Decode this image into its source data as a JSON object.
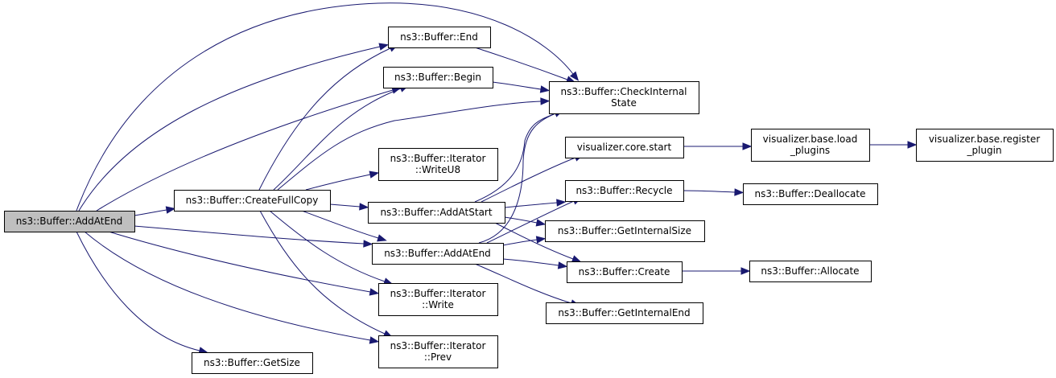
{
  "title": "ns3::Buffer::AddAtEnd call graph",
  "colors": {
    "edge": "#191970",
    "root_fill": "#bfbfbf",
    "node_fill": "#ffffff",
    "node_stroke": "#000000"
  },
  "nodes": [
    {
      "id": "root",
      "label_lines": [
        "ns3::Buffer::AddAtEnd"
      ],
      "root": true
    },
    {
      "id": "createfullcopy",
      "label_lines": [
        "ns3::Buffer::CreateFullCopy"
      ]
    },
    {
      "id": "getsize",
      "label_lines": [
        "ns3::Buffer::GetSize"
      ]
    },
    {
      "id": "end",
      "label_lines": [
        "ns3::Buffer::End"
      ]
    },
    {
      "id": "begin",
      "label_lines": [
        "ns3::Buffer::Begin"
      ]
    },
    {
      "id": "writeu8",
      "label_lines": [
        "ns3::Buffer::Iterator",
        "::WriteU8"
      ]
    },
    {
      "id": "addatstart",
      "label_lines": [
        "ns3::Buffer::AddAtStart"
      ]
    },
    {
      "id": "addatend2",
      "label_lines": [
        "ns3::Buffer::AddAtEnd"
      ]
    },
    {
      "id": "write",
      "label_lines": [
        "ns3::Buffer::Iterator",
        "::Write"
      ]
    },
    {
      "id": "prev",
      "label_lines": [
        "ns3::Buffer::Iterator",
        "::Prev"
      ]
    },
    {
      "id": "checkinternalstate",
      "label_lines": [
        "ns3::Buffer::CheckInternal",
        "State"
      ]
    },
    {
      "id": "vizcorestart",
      "label_lines": [
        "visualizer.core.start"
      ]
    },
    {
      "id": "recycle",
      "label_lines": [
        "ns3::Buffer::Recycle"
      ]
    },
    {
      "id": "getinternalsize",
      "label_lines": [
        "ns3::Buffer::GetInternalSize"
      ]
    },
    {
      "id": "create",
      "label_lines": [
        "ns3::Buffer::Create"
      ]
    },
    {
      "id": "getinternalend",
      "label_lines": [
        "ns3::Buffer::GetInternalEnd"
      ]
    },
    {
      "id": "loadplugins",
      "label_lines": [
        "visualizer.base.load",
        "_plugins"
      ]
    },
    {
      "id": "registerplugin",
      "label_lines": [
        "visualizer.base.register",
        "_plugin"
      ]
    },
    {
      "id": "deallocate",
      "label_lines": [
        "ns3::Buffer::Deallocate"
      ]
    },
    {
      "id": "allocate",
      "label_lines": [
        "ns3::Buffer::Allocate"
      ]
    }
  ],
  "edges": [
    {
      "from": "root",
      "to": "createfullcopy"
    },
    {
      "from": "root",
      "to": "checkinternalstate"
    },
    {
      "from": "root",
      "to": "end"
    },
    {
      "from": "root",
      "to": "begin"
    },
    {
      "from": "root",
      "to": "addatend2"
    },
    {
      "from": "root",
      "to": "write"
    },
    {
      "from": "root",
      "to": "prev"
    },
    {
      "from": "root",
      "to": "getsize"
    },
    {
      "from": "createfullcopy",
      "to": "end"
    },
    {
      "from": "createfullcopy",
      "to": "begin"
    },
    {
      "from": "createfullcopy",
      "to": "checkinternalstate"
    },
    {
      "from": "createfullcopy",
      "to": "writeu8"
    },
    {
      "from": "createfullcopy",
      "to": "addatstart"
    },
    {
      "from": "createfullcopy",
      "to": "addatend2"
    },
    {
      "from": "createfullcopy",
      "to": "write"
    },
    {
      "from": "createfullcopy",
      "to": "prev"
    },
    {
      "from": "end",
      "to": "checkinternalstate"
    },
    {
      "from": "begin",
      "to": "checkinternalstate"
    },
    {
      "from": "addatstart",
      "to": "checkinternalstate"
    },
    {
      "from": "addatstart",
      "to": "vizcorestart"
    },
    {
      "from": "addatstart",
      "to": "recycle"
    },
    {
      "from": "addatstart",
      "to": "getinternalsize"
    },
    {
      "from": "addatstart",
      "to": "create"
    },
    {
      "from": "addatend2",
      "to": "checkinternalstate"
    },
    {
      "from": "addatend2",
      "to": "recycle"
    },
    {
      "from": "addatend2",
      "to": "getinternalsize"
    },
    {
      "from": "addatend2",
      "to": "create"
    },
    {
      "from": "addatend2",
      "to": "getinternalend"
    },
    {
      "from": "vizcorestart",
      "to": "loadplugins"
    },
    {
      "from": "loadplugins",
      "to": "registerplugin"
    },
    {
      "from": "recycle",
      "to": "deallocate"
    },
    {
      "from": "create",
      "to": "allocate"
    }
  ]
}
